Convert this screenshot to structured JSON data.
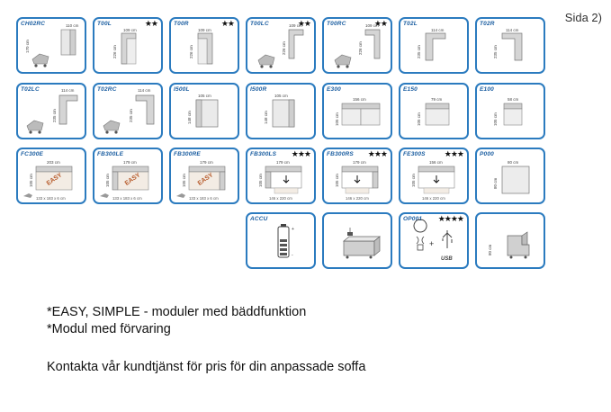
{
  "page_label": "Sida 2)",
  "modules": [
    {
      "code": "CH02RC",
      "stars": "",
      "dims": [
        "110 cm",
        "170 cm"
      ]
    },
    {
      "code": "T00L",
      "stars": "★★",
      "dims": [
        "109 cm",
        "226 cm"
      ]
    },
    {
      "code": "T00R",
      "stars": "★★",
      "dims": [
        "109 cm",
        "226 cm"
      ]
    },
    {
      "code": "T00LC",
      "stars": "★★",
      "dims": [
        "109 cm",
        "226 cm"
      ]
    },
    {
      "code": "T00RC",
      "stars": "★★",
      "dims": [
        "109 cm",
        "226 cm"
      ]
    },
    {
      "code": "T02L",
      "stars": "",
      "dims": [
        "114 cm",
        "235 cm"
      ]
    },
    {
      "code": "T02R",
      "stars": "",
      "dims": [
        "114 cm",
        "235 cm"
      ]
    },
    {
      "code": "T02LC",
      "stars": "",
      "dims": [
        "114 cm",
        "235 cm"
      ]
    },
    {
      "code": "T02RC",
      "stars": "",
      "dims": [
        "114 cm",
        "235 cm"
      ]
    },
    {
      "code": "I500L",
      "stars": "",
      "dims": [
        "105 cm",
        "148 cm"
      ]
    },
    {
      "code": "I500R",
      "stars": "",
      "dims": [
        "105 cm",
        "148 cm"
      ]
    },
    {
      "code": "E300",
      "stars": "",
      "dims": [
        "156 cm",
        "105 cm"
      ]
    },
    {
      "code": "E150",
      "stars": "",
      "dims": [
        "79 cm",
        "105 cm"
      ]
    },
    {
      "code": "E100",
      "stars": "",
      "dims": [
        "58 cm",
        "105 cm"
      ]
    },
    {
      "code": "FC300E",
      "stars": "",
      "dims": [
        "203 cm",
        "105 cm"
      ],
      "easy": "EASY",
      "foot": "133 x 183 x 6 cm"
    },
    {
      "code": "FB300LE",
      "stars": "",
      "dims": [
        "179 cm",
        "105 cm"
      ],
      "easy": "EASY",
      "foot": "133 x 183 x 6 cm"
    },
    {
      "code": "FB300RE",
      "stars": "",
      "dims": [
        "179 cm",
        "105 cm"
      ],
      "easy": "EASY",
      "foot": "133 x 183 x 6 cm"
    },
    {
      "code": "FB300LS",
      "stars": "★★★",
      "dims": [
        "179 cm",
        "105 cm"
      ],
      "foot": "146 x 220 cm"
    },
    {
      "code": "FB300RS",
      "stars": "★★★",
      "dims": [
        "179 cm",
        "105 cm"
      ],
      "foot": "146 x 220 cm"
    },
    {
      "code": "FE300S",
      "stars": "★★★",
      "dims": [
        "156 cm",
        "105 cm"
      ],
      "foot": "146 x 220 cm"
    },
    {
      "code": "P000",
      "stars": "",
      "dims": [
        "80 cm",
        "80 cm"
      ]
    },
    {
      "code": "ACCU",
      "stars": "",
      "dims": []
    },
    {
      "code": "",
      "stars": "",
      "dims": []
    },
    {
      "code": "OP001",
      "stars": "★★★★",
      "dims": [],
      "usb": "USB"
    },
    {
      "code": "",
      "stars": "",
      "dims": [
        "80 cm"
      ]
    }
  ],
  "notes": [
    "*EASY, SIMPLE - moduler med bäddfunktion",
    "*Modul med förvaring"
  ],
  "contact": "Kontakta vår kundtjänst för pris för din anpassade soffa"
}
